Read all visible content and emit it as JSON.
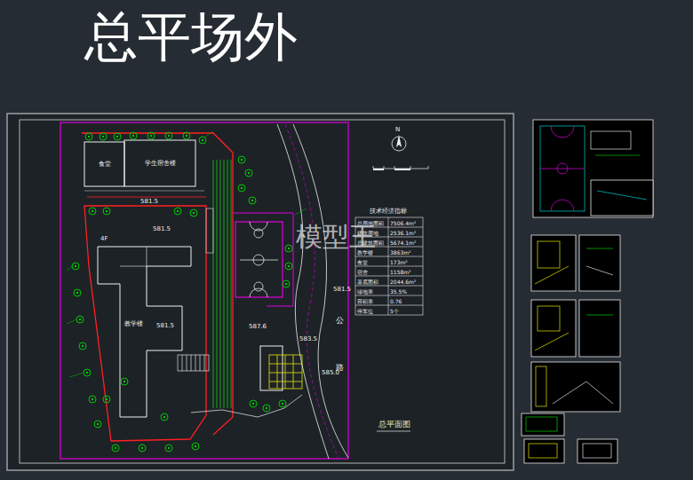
{
  "diagram": {
    "title": "总平场外",
    "caption": "总平面图",
    "nodes": [
      {
        "text": [
          "食堂"
        ]
      },
      {
        "text": [
          "学生宿舍楼"
        ]
      },
      {
        "text": [
          "教学楼"
        ]
      }
    ],
    "labels": [
      "581.5",
      "581.5",
      "4F",
      "581.5",
      "587.6",
      "583.5",
      "585.0",
      "581.5",
      "公",
      "路",
      "N",
      "技术经济指标",
      "总用地面积",
      "7506.4m²",
      "建筑用地",
      "2536.1m²",
      "总建筑面积",
      "5674.1m²",
      "教学楼",
      "3863m²",
      "食堂",
      "173m²",
      "宿舍",
      "1158m²",
      "基底面积",
      "2044.6m²",
      "绿地率",
      "35.5%",
      "容积率",
      "0.76",
      "停车位",
      "5个",
      "模型王"
    ]
  }
}
